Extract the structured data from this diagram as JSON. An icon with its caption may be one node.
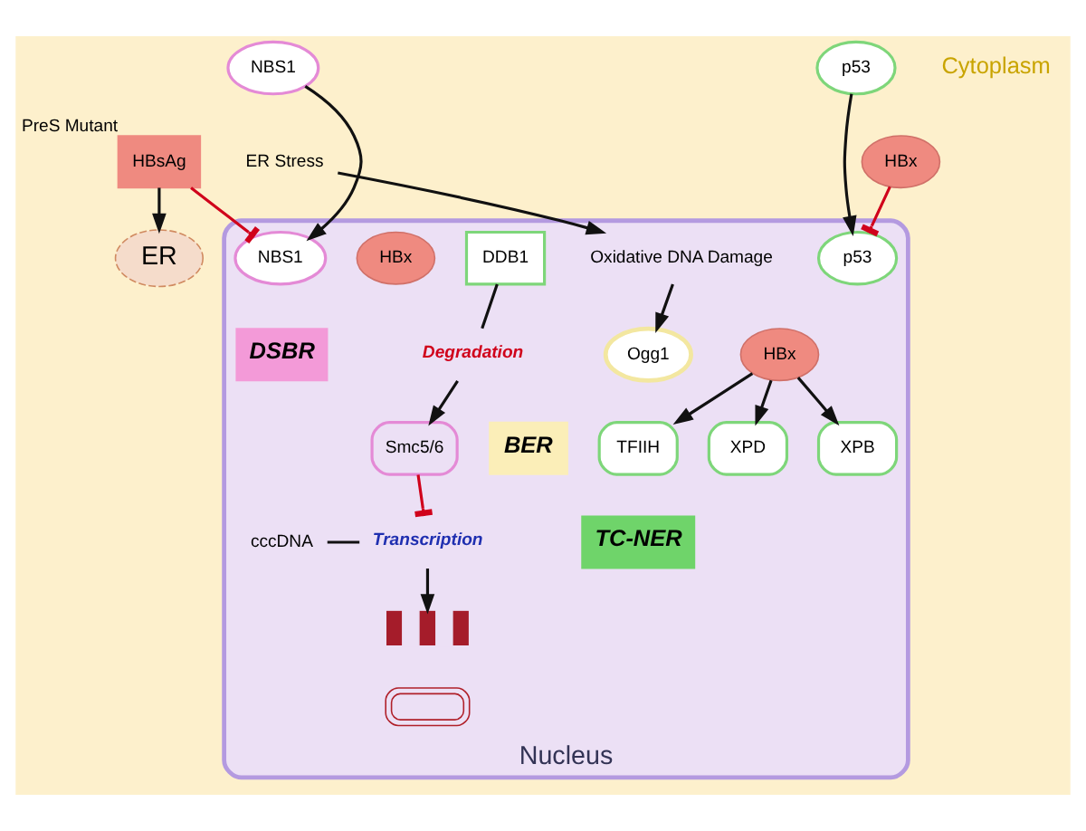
{
  "diagram": {
    "nodes": [
      {
        "text": [
          "ER"
        ]
      },
      {
        "text": [
          "ER Stress"
        ]
      },
      {
        "text": [
          "Nucleus"
        ]
      },
      {
        "text": [
          "Oxidative DNA Damage"
        ],
        "in": 2
      },
      {
        "text": [
          "Ogg1"
        ],
        "in": 2
      },
      {
        "text": [
          "BER"
        ],
        "in": 2
      },
      {
        "text": [
          "p53"
        ]
      },
      {
        "text": [],
        "shape": "picture",
        "in": 2
      },
      {
        "text": [
          "Smc5/6"
        ],
        "in": 2
      },
      {
        "text": [
          "p53"
        ],
        "in": 2
      },
      {
        "text": [
          "HBx"
        ]
      },
      {
        "text": [
          "Transcription"
        ],
        "in": 2
      },
      {
        "text": [
          "cccDNA"
        ],
        "in": 2
      },
      {
        "text": [],
        "shape": "picture",
        "in": 2
      },
      {
        "text": [
          "Degradation"
        ],
        "in": 2
      },
      {
        "text": [
          "HBsAg"
        ],
        "beside": [
          "PreS Mutant"
        ]
      },
      {
        "text": [
          "DDB1"
        ],
        "in": 2
      },
      {
        "text": [
          "HBx"
        ],
        "in": 2
      },
      {
        "text": [
          "HBx"
        ],
        "in": 2
      },
      {
        "text": [
          "NBS1"
        ]
      },
      {
        "text": [
          "XPB"
        ],
        "in": 2
      },
      {
        "text": [
          "TFIIH"
        ],
        "in": 2
      },
      {
        "text": [
          "XPD"
        ],
        "in": 2
      },
      {
        "text": [
          "TC-NER"
        ],
        "in": 2
      },
      {
        "text": [
          "NBS1"
        ],
        "in": 2
      },
      {
        "text": [
          "DSBR"
        ],
        "in": 2
      }
    ],
    "edges": [
      {
        "from": 1,
        "to": 3,
        "arrow": "to"
      },
      {
        "from": 3,
        "to": 4,
        "arrow": "to"
      },
      {
        "from": 6,
        "to": 9,
        "arrow": "to"
      },
      {
        "from": 10,
        "to": 9,
        "arrow": "other",
        "color": "#d0021b"
      },
      {
        "from": 12,
        "to": 11,
        "arrow": "none"
      },
      {
        "from": 11,
        "to": 7,
        "arrow": "to"
      },
      {
        "from": 8,
        "to": 11,
        "arrow": "other",
        "color": "#d0021b"
      },
      {
        "from": 16,
        "to": 14,
        "arrow": "none"
      },
      {
        "from": 14,
        "to": 8,
        "arrow": "to"
      },
      {
        "from": 15,
        "to": 0,
        "arrow": "to"
      },
      {
        "from": 18,
        "to": 20,
        "arrow": "to"
      },
      {
        "from": 18,
        "to": 21,
        "arrow": "to"
      },
      {
        "from": 18,
        "to": 22,
        "arrow": "to"
      },
      {
        "from": 19,
        "to": 24,
        "arrow": "to"
      },
      {
        "from": 15,
        "to": 24,
        "arrow": "other",
        "color": "#d0021b"
      }
    ],
    "labels": [
      "Cytoplasm"
    ]
  }
}
